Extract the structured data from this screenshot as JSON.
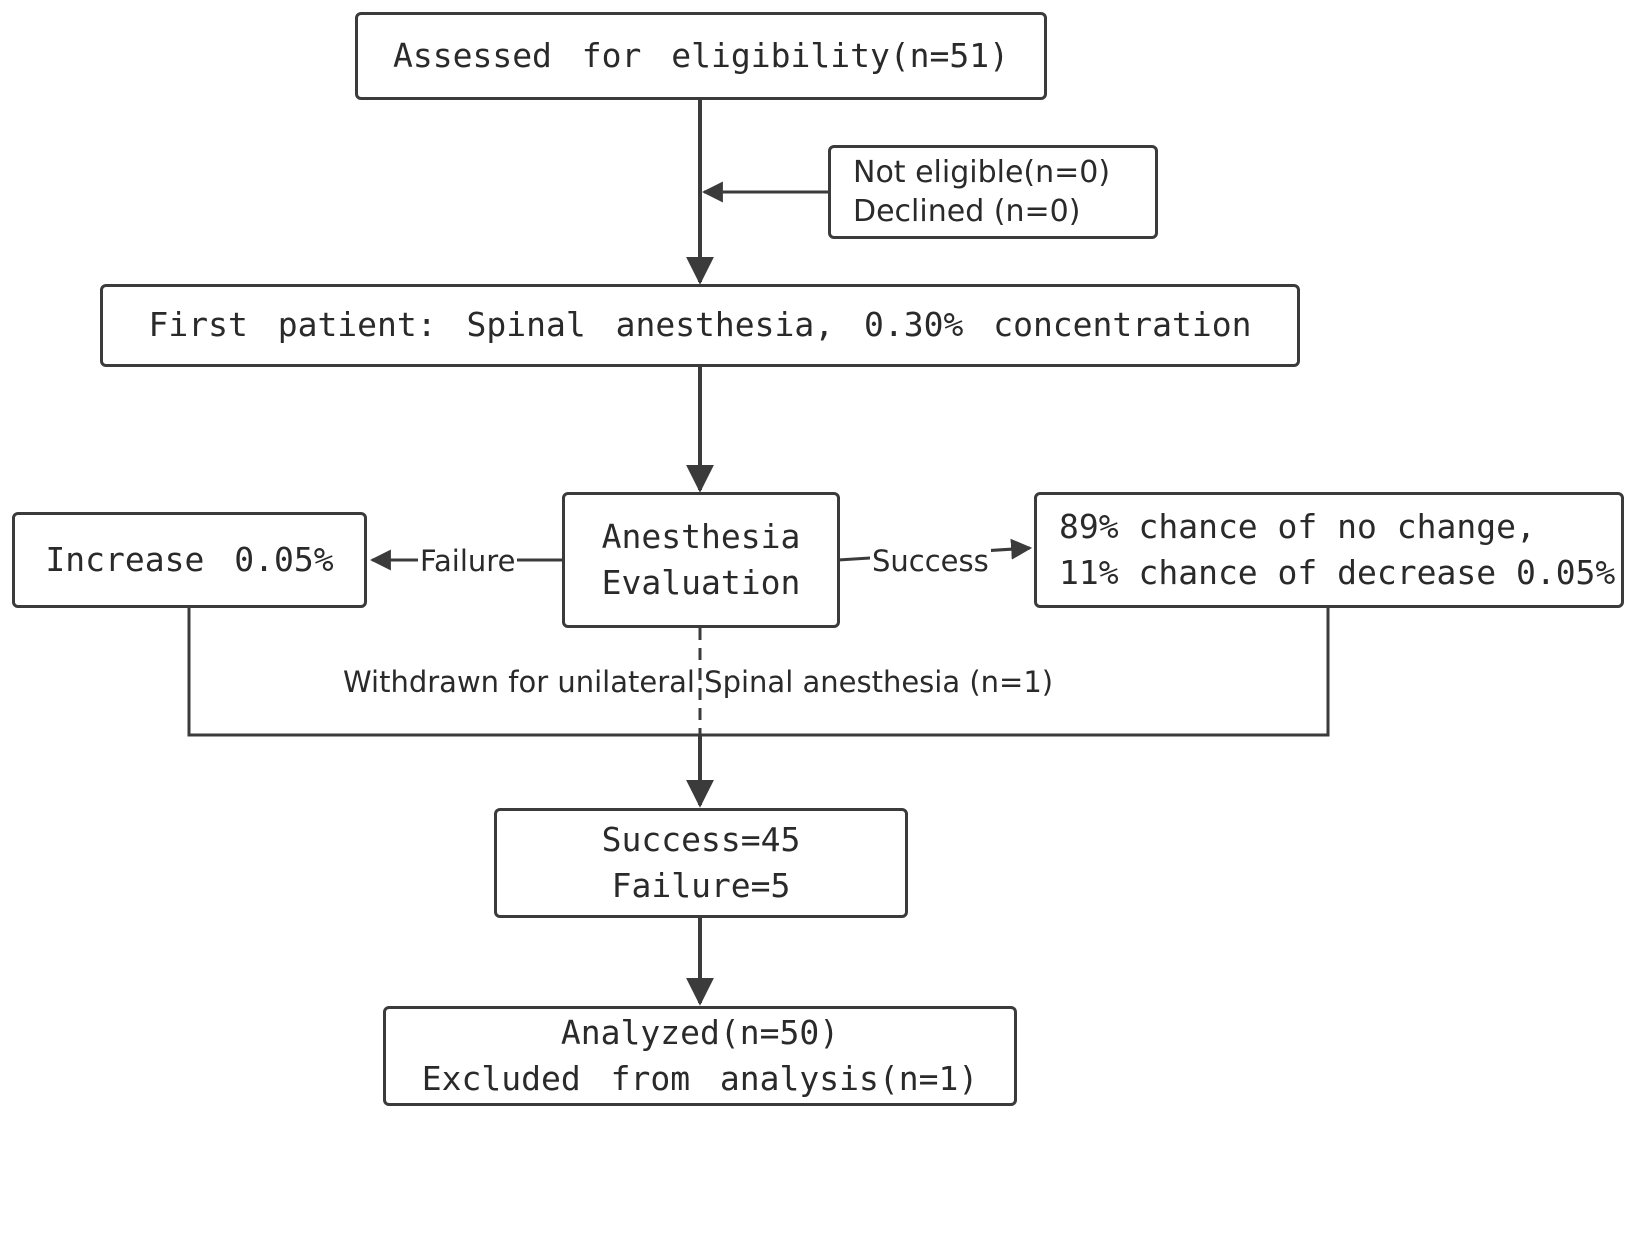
{
  "assessed": {
    "text": "Assessed for eligibility(n=51)"
  },
  "excluded_side": {
    "line1": "Not eligible(n=0)",
    "line2": "Declined (n=0)"
  },
  "first_patient": {
    "text": "First patient: Spinal anesthesia, 0.30% concentration"
  },
  "evaluation": {
    "line1": "Anesthesia",
    "line2": "Evaluation"
  },
  "increase": {
    "text": "Increase 0.05%"
  },
  "success_outcome": {
    "line1": "89% chance of no change,",
    "line2": "11% chance of decrease 0.05%"
  },
  "edge_labels": {
    "failure": "Failure",
    "success": "Success"
  },
  "withdrawn": {
    "text": "Withdrawn for unilateral Spinal anesthesia (n=1)"
  },
  "results": {
    "line1": "Success=45",
    "line2": "Failure=5"
  },
  "analyzed": {
    "line1": "Analyzed(n=50)",
    "line2": "Excluded from analysis(n=1)"
  },
  "colors": {
    "stroke": "#3b3b3b",
    "text": "#2a2a2a",
    "background": "#ffffff"
  }
}
